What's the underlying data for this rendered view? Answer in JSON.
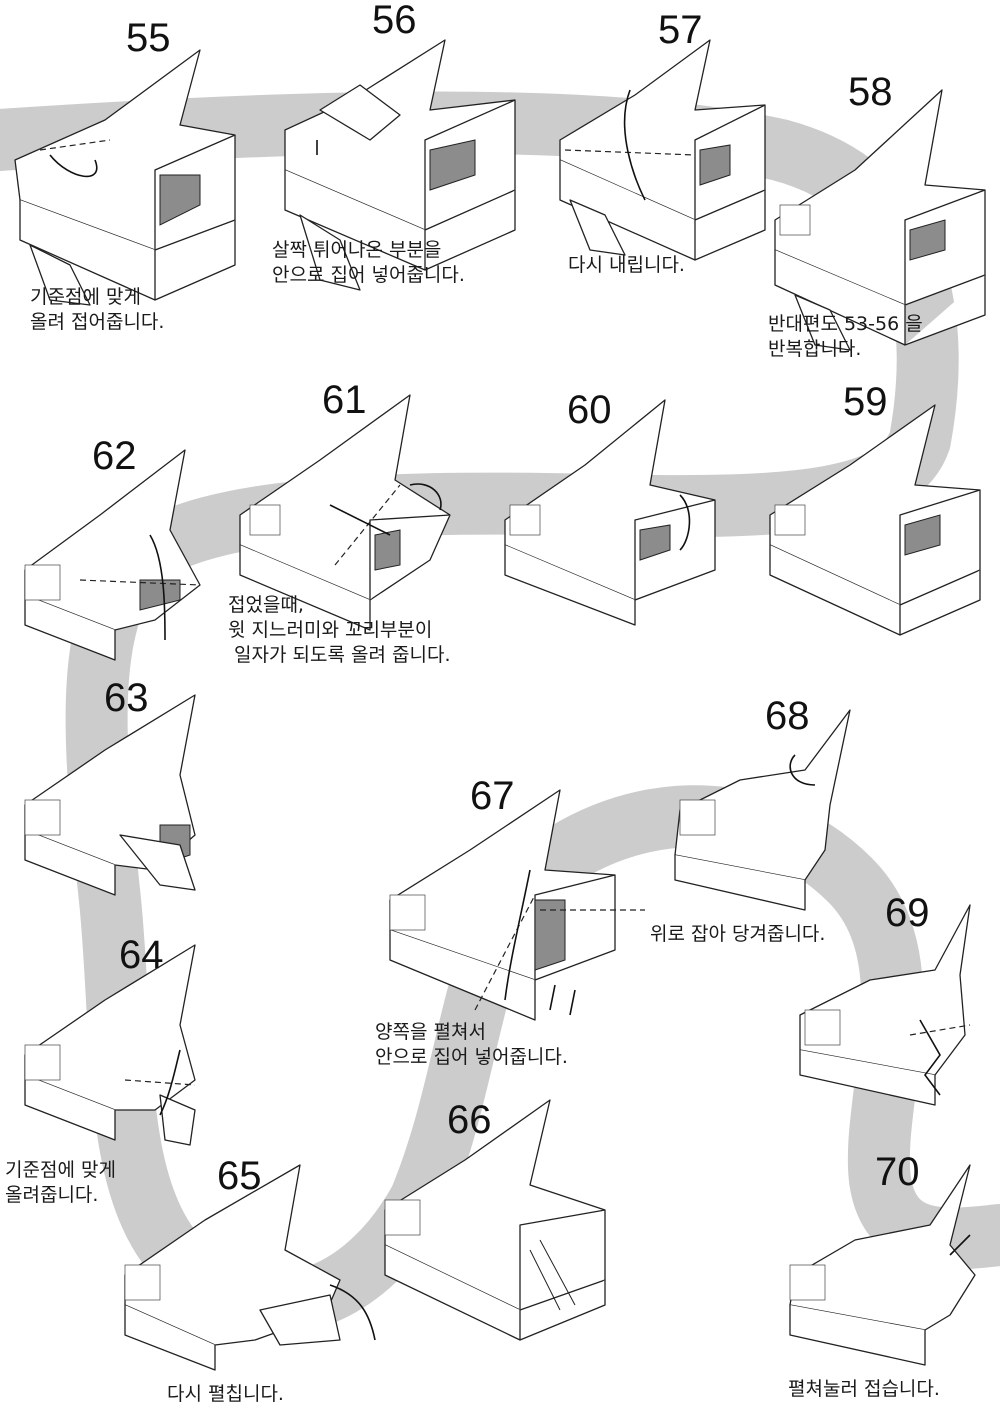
{
  "colors": {
    "path_band": "#c9c9c9",
    "ink": "#1a1a1a",
    "shade": "#8c8c8c",
    "paper": "#ffffff"
  },
  "steps": [
    {
      "number": "55",
      "caption": "기준점에 맞게\n올려 접어줍니다."
    },
    {
      "number": "56",
      "caption": "살짝 튀어나온 부분을\n안으로 집어 넣어줍니다."
    },
    {
      "number": "57",
      "caption": "다시 내립니다."
    },
    {
      "number": "58",
      "caption": "반대편도 53-56 을\n반복합니다."
    },
    {
      "number": "59",
      "caption": ""
    },
    {
      "number": "60",
      "caption": ""
    },
    {
      "number": "61",
      "caption": "접었을때,\n윗 지느러미와 꼬리부분이\n 일자가 되도록 올려 줍니다."
    },
    {
      "number": "62",
      "caption": ""
    },
    {
      "number": "63",
      "caption": ""
    },
    {
      "number": "64",
      "caption": "기준점에 맞게\n올려줍니다."
    },
    {
      "number": "65",
      "caption": "다시 펼칩니다."
    },
    {
      "number": "66",
      "caption": ""
    },
    {
      "number": "67",
      "caption": "양쪽을 펼쳐서\n안으로 집어 넣어줍니다."
    },
    {
      "number": "68",
      "caption": "위로 잡아 당겨줍니다."
    },
    {
      "number": "69",
      "caption": ""
    },
    {
      "number": "70",
      "caption": "펼쳐눌러 접습니다."
    }
  ]
}
